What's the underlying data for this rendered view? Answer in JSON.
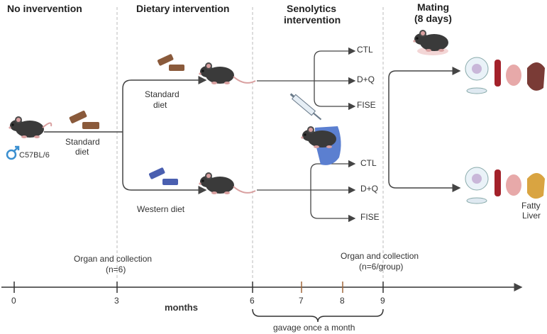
{
  "headers": {
    "no_intervention": "No invervention",
    "dietary": "Dietary intervention",
    "senolytics_line1": "Senolytics",
    "senolytics_line2": "intervention",
    "mating_line1": "Mating",
    "mating_line2": "(8 days)"
  },
  "start": {
    "strain": "C57BL/6",
    "diet_line1": "Standard",
    "diet_line2": "diet"
  },
  "arms": {
    "standard_line1": "Standard",
    "standard_line2": "diet",
    "western": "Western diet"
  },
  "treatments_top": [
    "CTL",
    "D+Q",
    "FISE"
  ],
  "treatments_bottom": [
    "CTL",
    "D+Q",
    "FISE"
  ],
  "outcome": {
    "fatty_line1": "Fatty",
    "fatty_line2": "Liver"
  },
  "collection": {
    "first_line1": "Organ and collection",
    "first_line2": "(n=6)",
    "second_line1": "Organ and collection",
    "second_line2": "(n=6/group)"
  },
  "timeline": {
    "axis_label": "months",
    "ticks": [
      "0",
      "3",
      "6",
      "7",
      "8",
      "9"
    ],
    "gavage": "gavage once a month"
  },
  "colors": {
    "standard_chow": "#8a5a3b",
    "western_chow": "#4a5fb0",
    "mouse": "#3a3a3a",
    "tail": "#d9a0a0",
    "gavage_tick": "#a0673a",
    "male_symbol": "#3a8fd0",
    "liver_healthy": "#7a3b36",
    "liver_fatty": "#d9a441"
  }
}
